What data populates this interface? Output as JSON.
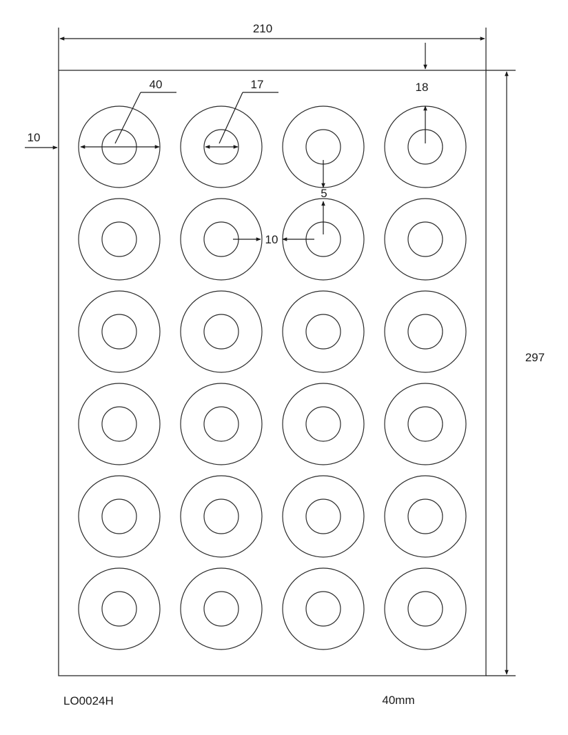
{
  "dimensions": {
    "sheet_width": "210",
    "sheet_height": "297",
    "left_margin": "10",
    "top_margin": "18",
    "label_diameter": "40",
    "hole_diameter": "17",
    "vertical_gap": "5",
    "horizontal_gap": "10"
  },
  "labels": {
    "rows": 6,
    "columns": 4
  },
  "footer": {
    "product_code": "LO0024H",
    "label_size": "40mm"
  },
  "colors": {
    "line": "#2a2a2a",
    "background": "#ffffff"
  }
}
